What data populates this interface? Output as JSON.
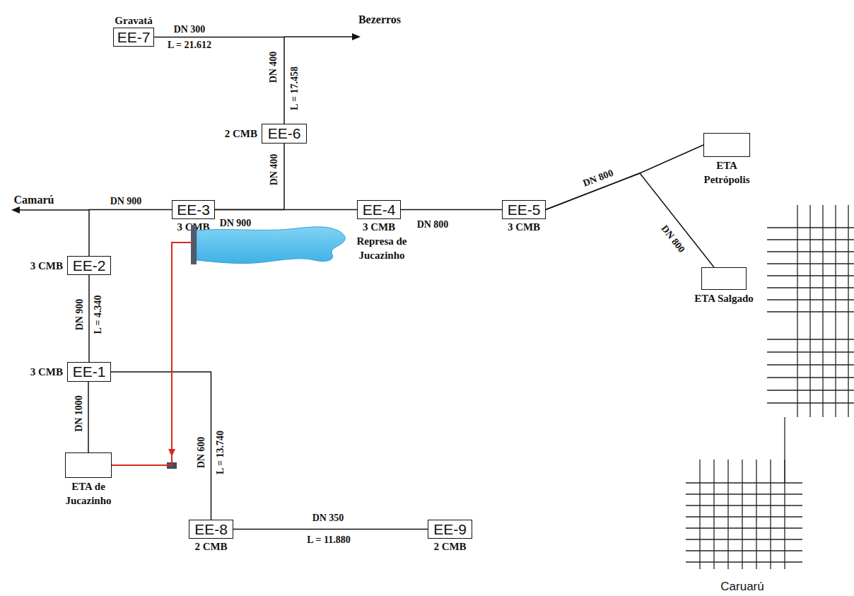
{
  "diagram": {
    "nodes": [
      {
        "text": [
          "Gravatá",
          "EE-7"
        ]
      },
      {
        "text": [
          "2 CMB",
          "EE-6"
        ]
      },
      {
        "text": [
          "ETA Petrópolis"
        ]
      },
      {
        "text": [
          "EE-3",
          "3 CMB"
        ]
      },
      {
        "text": [
          "EE-4",
          "3 CMB"
        ]
      },
      {
        "text": [
          "EE-5",
          "3 CMB"
        ]
      },
      {
        "text": [
          "3 CMB",
          "EE-2"
        ]
      },
      {
        "text": [
          "Represa de Jucazinho"
        ]
      },
      {
        "text": [
          "ETA Salgado"
        ]
      },
      {
        "text": [
          "3 CMB",
          "EE-1"
        ]
      },
      {
        "text": [
          "ETA de Jucazinho"
        ]
      },
      {
        "text": [
          "EE-8",
          "2 CMB"
        ]
      },
      {
        "text": [
          "EE-9",
          "2 CMB"
        ]
      }
    ],
    "edges": [
      {
        "from": 1,
        "to": 0,
        "arrow": "none"
      },
      {
        "from": 1,
        "to": 3,
        "arrow": "none"
      },
      {
        "from": 3,
        "to": 4,
        "arrow": "none"
      },
      {
        "from": 4,
        "to": 5,
        "arrow": "none"
      },
      {
        "from": 5,
        "to": 2,
        "arrow": "none"
      },
      {
        "from": 5,
        "to": 8,
        "arrow": "none"
      },
      {
        "from": 6,
        "to": 3,
        "arrow": "none"
      },
      {
        "from": 9,
        "to": 6,
        "arrow": "none"
      },
      {
        "from": 10,
        "to": 9,
        "arrow": "none"
      },
      {
        "from": 9,
        "to": 11,
        "arrow": "none"
      },
      {
        "from": 11,
        "to": 12,
        "arrow": "none"
      },
      {
        "from": 7,
        "to": 10,
        "arrow": "to"
      }
    ],
    "labels": [
      "Bezerros",
      "Camarú",
      "DN 300",
      "L = 21.612",
      "DN 400",
      "L = 17.458",
      "DN 400",
      "DN 900",
      "DN 900",
      "DN 800",
      "DN 800",
      "DN 800",
      "DN 900",
      "L = 4.340",
      "DN 1000",
      "DN 600",
      "L = 13.740",
      "DN 350",
      "L = 11.880",
      "Caruarú"
    ]
  }
}
